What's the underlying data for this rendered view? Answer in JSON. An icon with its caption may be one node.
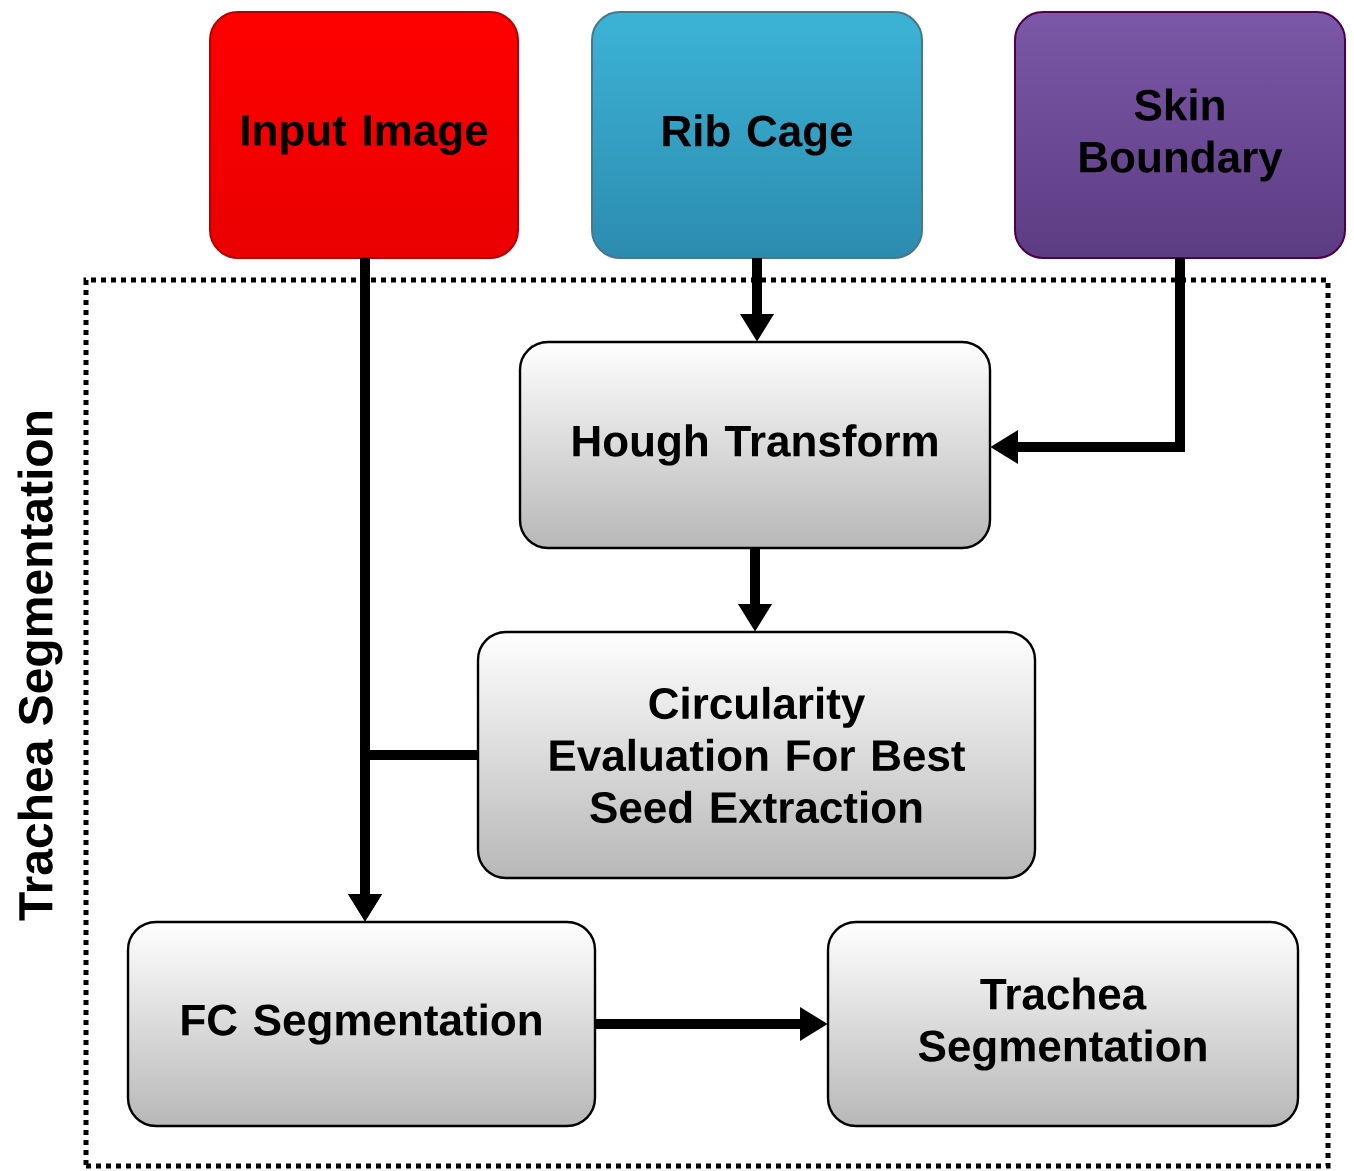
{
  "diagram": {
    "nodes": [
      {
        "text": [
          "Trachea Segmentation"
        ]
      },
      {
        "text": [
          "Input Image"
        ]
      },
      {
        "text": [
          "Rib Cage"
        ]
      },
      {
        "text": [
          "Skin Boundary"
        ]
      },
      {
        "text": [
          "Hough Transform"
        ],
        "in": 0
      },
      {
        "text": [
          "Circularity Evaluation For Best Seed Extraction"
        ],
        "in": 0
      },
      {
        "text": [
          "FC Segmentation"
        ],
        "in": 0
      },
      {
        "text": [
          "Trachea Segmentation"
        ],
        "in": 0
      }
    ],
    "edges": [
      {
        "from": 1,
        "to": 6,
        "arrow": "to"
      },
      {
        "from": 2,
        "to": 4,
        "arrow": "to"
      },
      {
        "from": 3,
        "to": 4,
        "arrow": "to"
      },
      {
        "from": 4,
        "to": 5,
        "arrow": "to"
      },
      {
        "from": 5,
        "to": 6,
        "arrow": "to"
      },
      {
        "from": 6,
        "to": 7,
        "arrow": "to"
      }
    ]
  }
}
